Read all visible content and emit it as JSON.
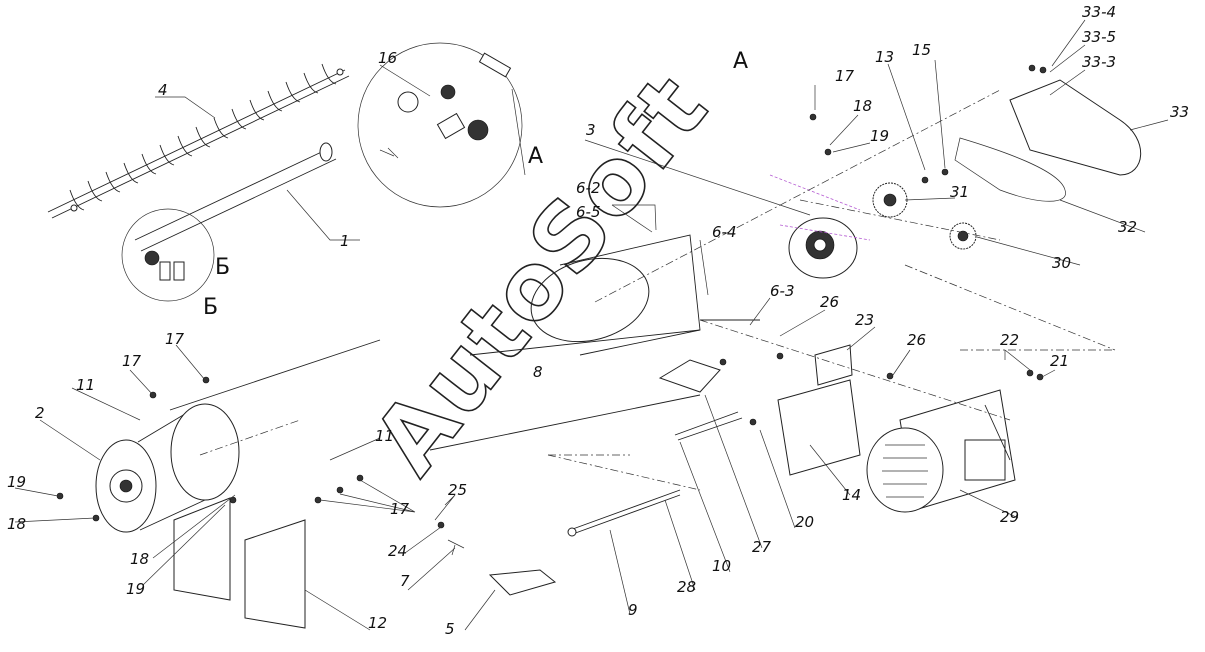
{
  "labels": {
    "n1": "1",
    "n2": "2",
    "n3": "3",
    "n4": "4",
    "n5": "5",
    "n6_2": "6-2",
    "n6_3": "6-3",
    "n6_4": "6-4",
    "n6_5": "6-5",
    "n7": "7",
    "n8": "8",
    "n9": "9",
    "n10": "10",
    "n11a": "11",
    "n11b": "11",
    "n12": "12",
    "n13": "13",
    "n14": "14",
    "n15": "15",
    "n16": "16",
    "n17a": "17",
    "n17b": "17",
    "n17c": "17",
    "n17d": "17",
    "n18a": "18",
    "n18b": "18",
    "n18c": "18",
    "n19a": "19",
    "n19b": "19",
    "n19c": "19",
    "n20": "20",
    "n21": "21",
    "n22": "22",
    "n23": "23",
    "n24": "24",
    "n25": "25",
    "n26a": "26",
    "n26b": "26",
    "n27": "27",
    "n28": "28",
    "n29": "29",
    "n30": "30",
    "n31": "31",
    "n32": "32",
    "n33": "33",
    "n33_3": "33-3",
    "n33_4": "33-4",
    "n33_5": "33-5"
  },
  "views": {
    "view_a_callout": "А",
    "view_a_title": "А",
    "view_b_callout": "Б",
    "view_b_title": "Б"
  },
  "watermark": "AutoSoft"
}
